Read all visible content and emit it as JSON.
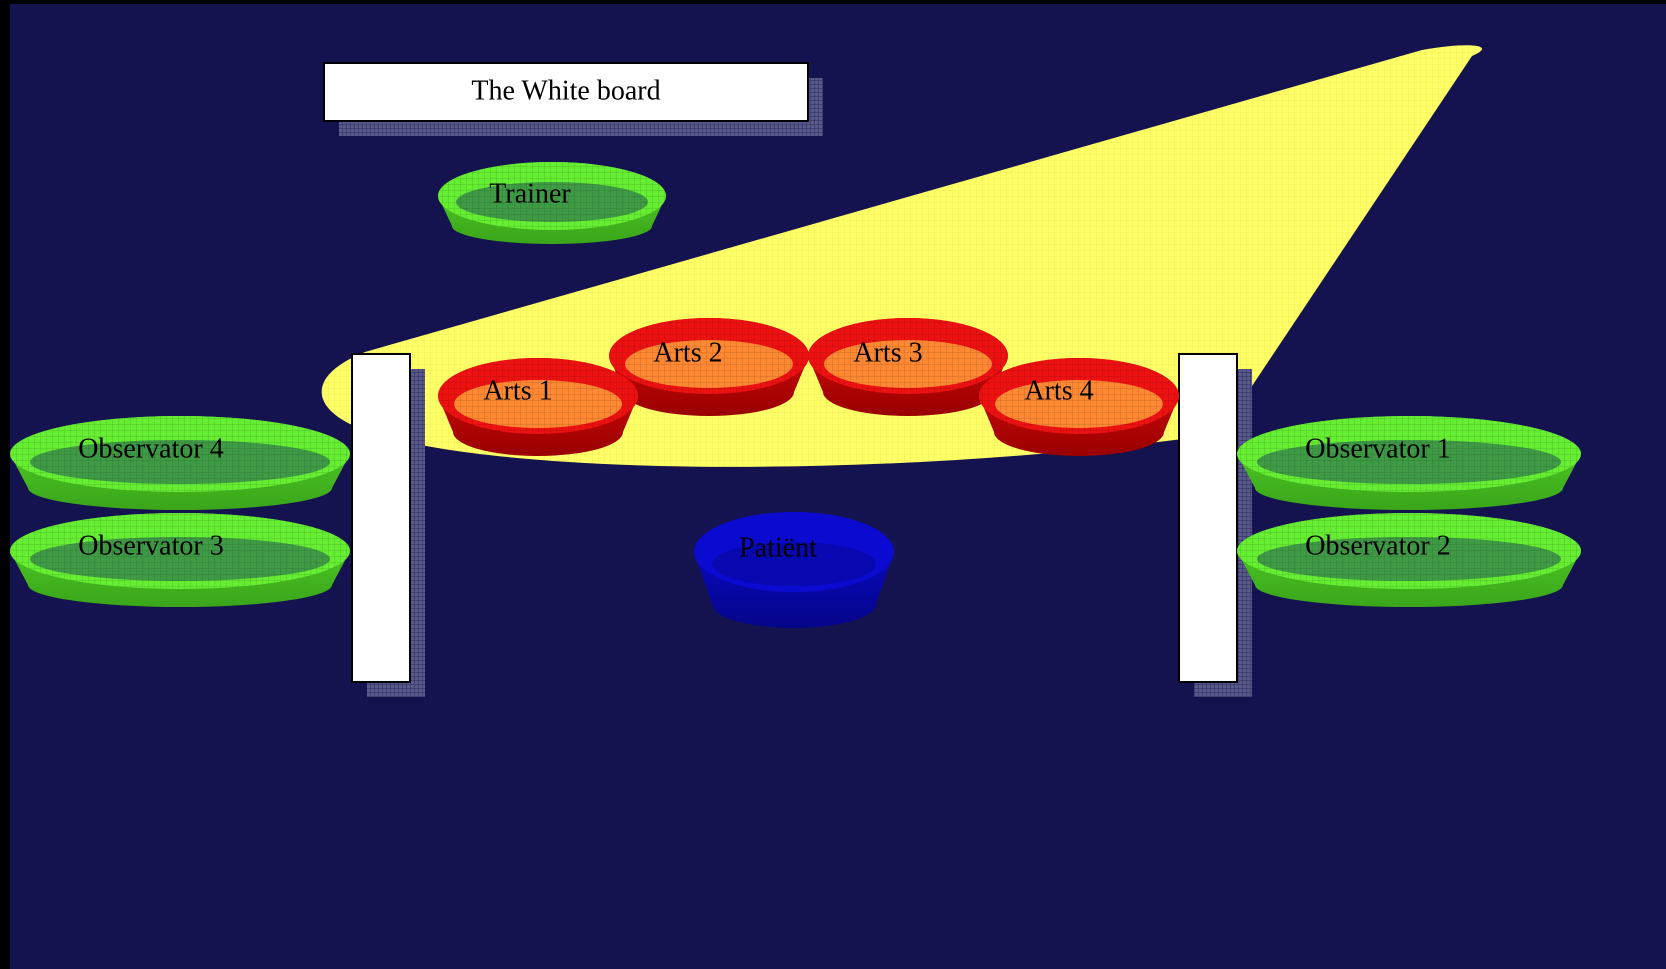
{
  "colors": {
    "background": "#14134f",
    "spotlight": "#ffff66",
    "observer_green": "#66ee33",
    "arts_red": "#ee1111",
    "arts_inner": "#ff8833",
    "patient_blue": "#0a0ad0",
    "board_white": "#ffffff"
  },
  "whiteboard": {
    "label": "The White board"
  },
  "trainer": {
    "label": "Trainer"
  },
  "arts": [
    {
      "label": "Arts 1"
    },
    {
      "label": "Arts 2"
    },
    {
      "label": "Arts 3"
    },
    {
      "label": "Arts 4"
    }
  ],
  "patient": {
    "label": "Patiënt"
  },
  "observers": [
    {
      "label": "Observator 1"
    },
    {
      "label": "Observator 2"
    },
    {
      "label": "Observator 3"
    },
    {
      "label": "Observator 4"
    }
  ]
}
